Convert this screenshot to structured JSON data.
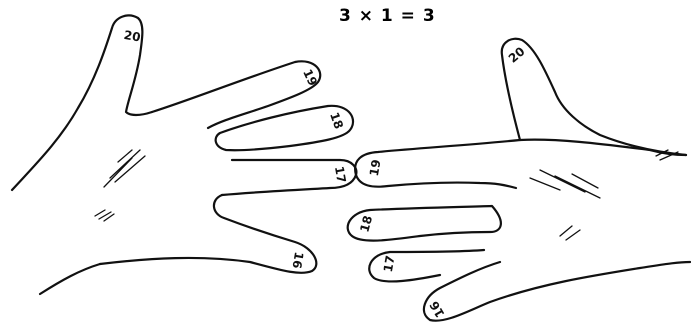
{
  "equation": "3 × 1 = 3",
  "left_hand": {
    "thumb": "20",
    "fingers": [
      "19",
      "18",
      "17",
      "16"
    ]
  },
  "right_hand": {
    "thumb": "20",
    "fingers": [
      "19",
      "18",
      "17",
      "16"
    ]
  },
  "colors": {
    "ink": "#111111",
    "background": "#ffffff"
  }
}
